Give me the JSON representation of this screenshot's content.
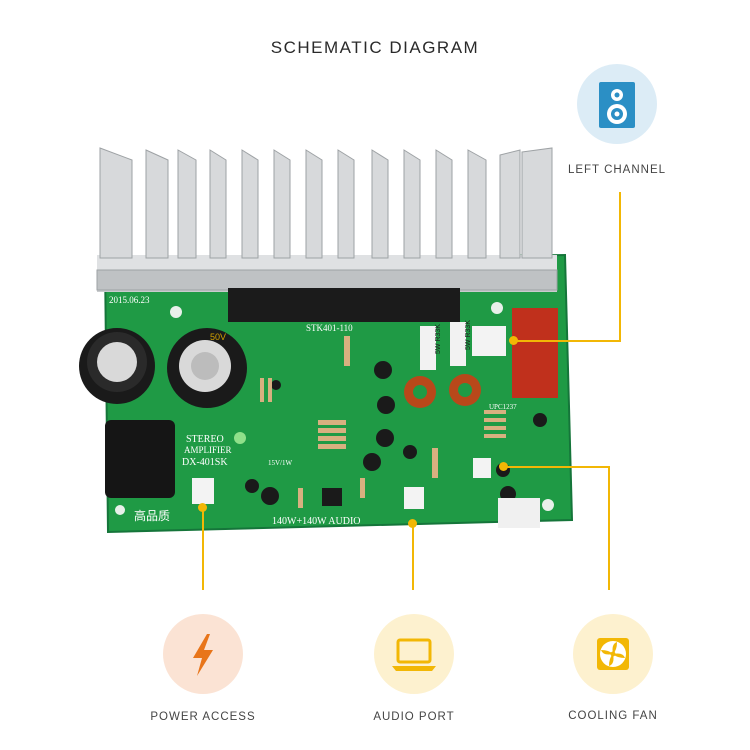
{
  "title": "SCHEMATIC DIAGRAM",
  "callouts": {
    "left_channel": {
      "label": "LEFT CHANNEL",
      "icon": "speaker-icon"
    },
    "power_access": {
      "label": "POWER ACCESS",
      "icon": "lightning-icon"
    },
    "audio_port": {
      "label": "AUDIO PORT",
      "icon": "laptop-icon"
    },
    "cooling_fan": {
      "label": "COOLING FAN",
      "icon": "fan-icon"
    }
  },
  "board_text": {
    "date": "2015.06.23",
    "chip": "STK401-110",
    "stereo": "STEREO",
    "amplifier": "AMPLIFIER",
    "model": "DX-401SK",
    "power_rating": "140W+140W AUDIO",
    "quality": "高品质",
    "resistor1": "5W R33K",
    "resistor2": "5W R33K",
    "cap_label": "50V",
    "voltage": "15V/1W",
    "inductor_label": "UPC1237"
  },
  "colors": {
    "accent": "#f2b705",
    "pcb_green": "#1f9a45",
    "heatsink": "#d4d6d8"
  }
}
